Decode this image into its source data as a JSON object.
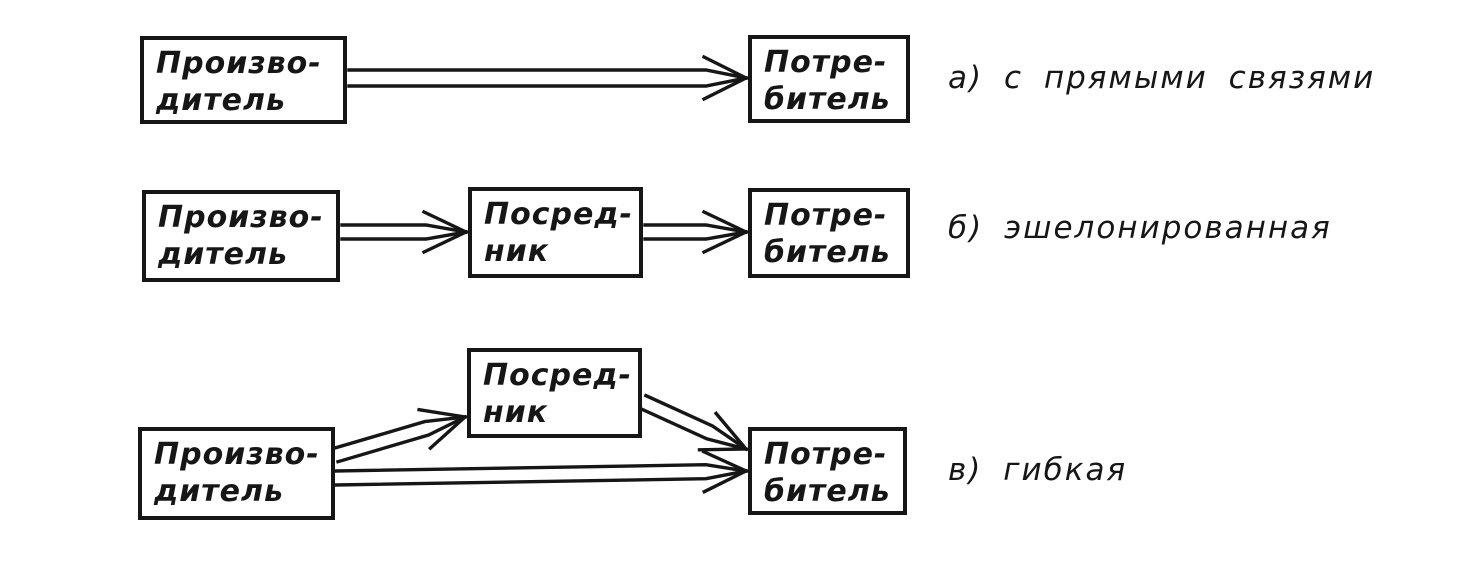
{
  "figure": {
    "ink_color": "#161616",
    "paper_color": "#ffffff",
    "rows": [
      {
        "key": "а",
        "caption": "а) с прямыми связями",
        "nodes": {
          "producer": {
            "line1": "Произво-",
            "line2": "дитель"
          },
          "consumer": {
            "line1": "Потре-",
            "line2": "битель"
          }
        },
        "links": [
          "производитель → потребитель"
        ]
      },
      {
        "key": "б",
        "caption": "б) эшелонированная",
        "nodes": {
          "producer": {
            "line1": "Произво-",
            "line2": "дитель"
          },
          "intermediary": {
            "line1": "Посред-",
            "line2": "ник"
          },
          "consumer": {
            "line1": "Потре-",
            "line2": "битель"
          }
        },
        "links": [
          "производитель → посредник",
          "посредник → потребитель"
        ]
      },
      {
        "key": "в",
        "caption": "в) гибкая",
        "nodes": {
          "producer": {
            "line1": "Произво-",
            "line2": "дитель"
          },
          "intermediary": {
            "line1": "Посред-",
            "line2": "ник"
          },
          "consumer": {
            "line1": "Потре-",
            "line2": "битель"
          }
        },
        "links": [
          "производитель → посредник",
          "посредник → потребитель",
          "производитель → потребитель"
        ]
      }
    ]
  }
}
